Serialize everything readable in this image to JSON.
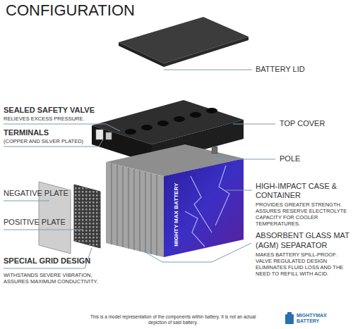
{
  "diagram": {
    "title": "CONFIGURATION",
    "caption": "This is a model representation of the components within battery. It is not an actual depiction of said battery.",
    "labels": [
      "BATTERY LID",
      "SEALED SAFETY VALVE",
      "RELIEVES EXCESS PRESSURE.",
      "TERMINALS",
      "(COPPER AND SILVER PLATED)",
      "TOP COVER",
      "POLE",
      "NEGATIVE PLATE",
      "POSITIVE PLATE",
      "HIGH-IMPACT CASE & CONTAINER",
      "PROVIDES GREATER STRENGTH. ASSURES RESERVE ELECTROLYTE CAPACITY FOR COOLER TEMPERATURES.",
      "ABSORBENT GLASS MAT (AGM) SEPARATOR",
      "MAKES BATTERY SPILL-PROOF. VALVE REGULATED DESIGN ELIMINATES FLUID LOSS AND THE NEED TO REFILL WITH ACID.",
      "SPECIAL GRID DESIGN",
      "WITHSTANDS SEVERE VIBRATION, ASSURES MAXIMUM CONDUCTIVITY.",
      "MIGHTY MAX BATTERY",
      "MIGHTYMAX BATTERY"
    ]
  }
}
